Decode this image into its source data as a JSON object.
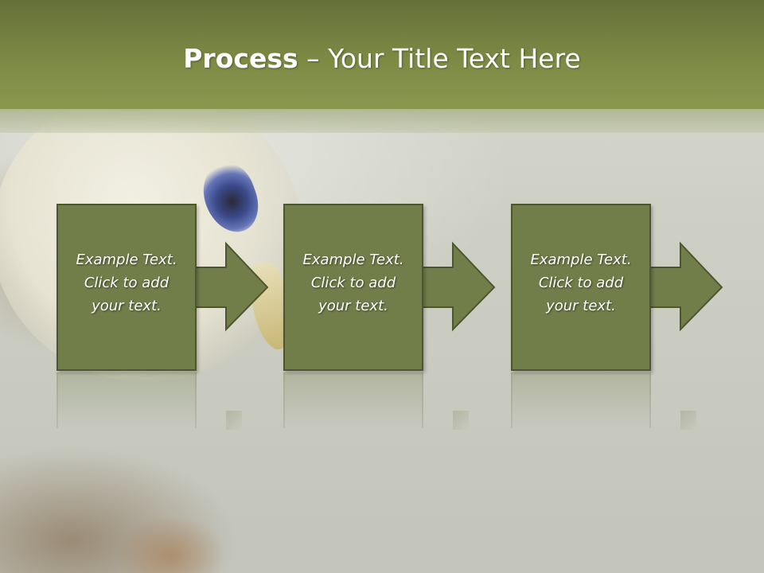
{
  "slide": {
    "title_bold": "Process",
    "title_rest": " – Your Title Text Here",
    "steps": [
      {
        "text": "Example Text.\nClick  to add\nyour text."
      },
      {
        "text": "Example Text.\nClick  to add\nyour text."
      },
      {
        "text": "Example Text.\nClick  to add\nyour text."
      }
    ]
  },
  "colors": {
    "header": "#7d8a44",
    "box_fill": "#727e4a",
    "box_border": "#4d5630",
    "text": "#ffffff"
  }
}
